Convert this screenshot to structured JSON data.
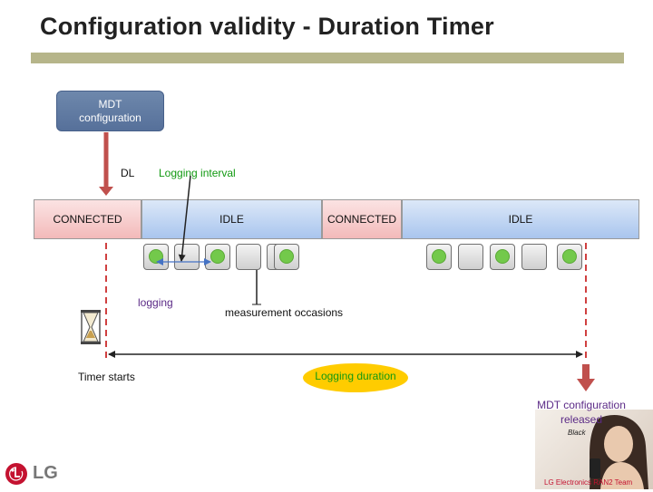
{
  "title": "Configuration validity - Duration Timer",
  "mdt_box": {
    "line1": "MDT",
    "line2": "configuration"
  },
  "labels": {
    "dl": "DL",
    "logging_interval": "Logging interval",
    "logging": "logging",
    "measurement_occasions": "measurement occasions",
    "timer_starts": "Timer starts",
    "logging_duration": "Logging duration",
    "released_line1": "MDT configuration",
    "released_line2": "released"
  },
  "states": [
    {
      "label": "CONNECTED",
      "kind": "connected"
    },
    {
      "label": "IDLE",
      "kind": "idle"
    },
    {
      "label": "CONNECTED",
      "kind": "connected"
    },
    {
      "label": "IDLE",
      "kind": "idle"
    }
  ],
  "occasions": {
    "group1": [
      true,
      false,
      true,
      false,
      false,
      true
    ],
    "group2": [
      true,
      false,
      false,
      true,
      false,
      true
    ]
  },
  "footer": {
    "photo_caption": "Black",
    "team": "LG Electronics RAN2 Team",
    "logo_text": "LG"
  },
  "colors": {
    "title_bar": "#b6b58a",
    "arrow_red": "#c0504d",
    "green_text": "#119911",
    "duration_ellipse": "#ffcc00",
    "dot_green": "#73c94b",
    "connected_fill": "#f3baba",
    "idle_fill": "#a9c5ee"
  }
}
